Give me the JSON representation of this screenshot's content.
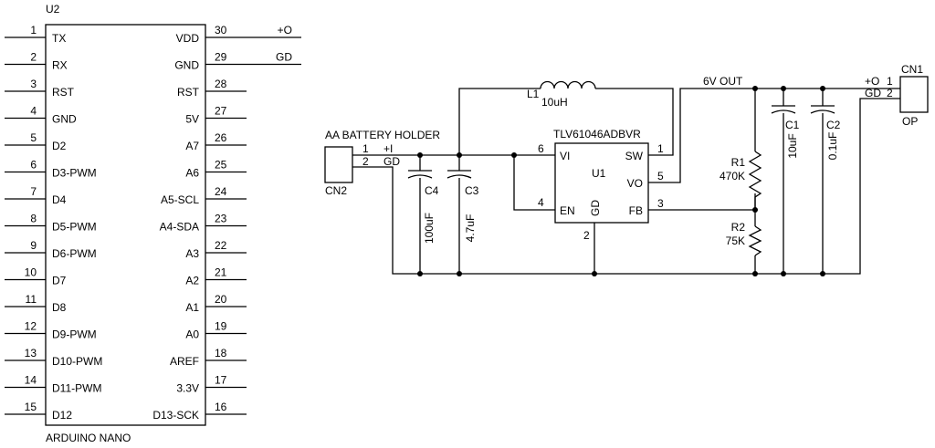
{
  "arduino": {
    "ref": "U2",
    "name": "ARDUINO NANO",
    "left_pins": [
      {
        "num": "1",
        "label": "TX"
      },
      {
        "num": "2",
        "label": "RX"
      },
      {
        "num": "3",
        "label": "RST"
      },
      {
        "num": "4",
        "label": "GND"
      },
      {
        "num": "5",
        "label": "D2"
      },
      {
        "num": "6",
        "label": "D3-PWM"
      },
      {
        "num": "7",
        "label": "D4"
      },
      {
        "num": "8",
        "label": "D5-PWM"
      },
      {
        "num": "9",
        "label": "D6-PWM"
      },
      {
        "num": "10",
        "label": "D7"
      },
      {
        "num": "11",
        "label": "D8"
      },
      {
        "num": "12",
        "label": "D9-PWM"
      },
      {
        "num": "13",
        "label": "D10-PWM"
      },
      {
        "num": "14",
        "label": "D11-PWM"
      },
      {
        "num": "15",
        "label": "D12"
      }
    ],
    "right_pins": [
      {
        "num": "30",
        "label": "VDD",
        "net": "+O"
      },
      {
        "num": "29",
        "label": "GND",
        "net": "GD"
      },
      {
        "num": "28",
        "label": "RST"
      },
      {
        "num": "27",
        "label": "5V"
      },
      {
        "num": "26",
        "label": "A7"
      },
      {
        "num": "25",
        "label": "A6"
      },
      {
        "num": "24",
        "label": "A5-SCL"
      },
      {
        "num": "23",
        "label": "A4-SDA"
      },
      {
        "num": "22",
        "label": "A3"
      },
      {
        "num": "21",
        "label": "A2"
      },
      {
        "num": "20",
        "label": "A1"
      },
      {
        "num": "19",
        "label": "A0"
      },
      {
        "num": "18",
        "label": "AREF"
      },
      {
        "num": "17",
        "label": "3.3V"
      },
      {
        "num": "16",
        "label": "D13-SCK"
      }
    ]
  },
  "battery": {
    "title": "AA BATTERY HOLDER",
    "ref": "CN2",
    "pins": [
      {
        "num": "1",
        "label": "+I"
      },
      {
        "num": "2",
        "label": "GD"
      }
    ]
  },
  "inductor": {
    "ref": "L1",
    "value": "10uH"
  },
  "regulator": {
    "part": "TLV61046ADBVR",
    "ref": "U1",
    "pins": {
      "vi": {
        "num": "6",
        "label": "VI"
      },
      "en": {
        "num": "4",
        "label": "EN"
      },
      "gd": {
        "num": "2",
        "label": "GD"
      },
      "sw": {
        "num": "1",
        "label": "SW"
      },
      "vo": {
        "num": "5",
        "label": "VO"
      },
      "fb": {
        "num": "3",
        "label": "FB"
      }
    }
  },
  "caps": {
    "c4": {
      "ref": "C4",
      "value": "100uF"
    },
    "c3": {
      "ref": "C3",
      "value": "4.7uF"
    },
    "c1": {
      "ref": "C1",
      "value": "10uF"
    },
    "c2": {
      "ref": "C2",
      "value": "0.1uF"
    }
  },
  "resistors": {
    "r1": {
      "ref": "R1",
      "value": "470K"
    },
    "r2": {
      "ref": "R2",
      "value": "75K"
    }
  },
  "output_net": "6V OUT",
  "output": {
    "ref": "CN1",
    "label": "OP",
    "pins": [
      {
        "num": "1",
        "label": "+O"
      },
      {
        "num": "2",
        "label": "GD"
      }
    ]
  }
}
